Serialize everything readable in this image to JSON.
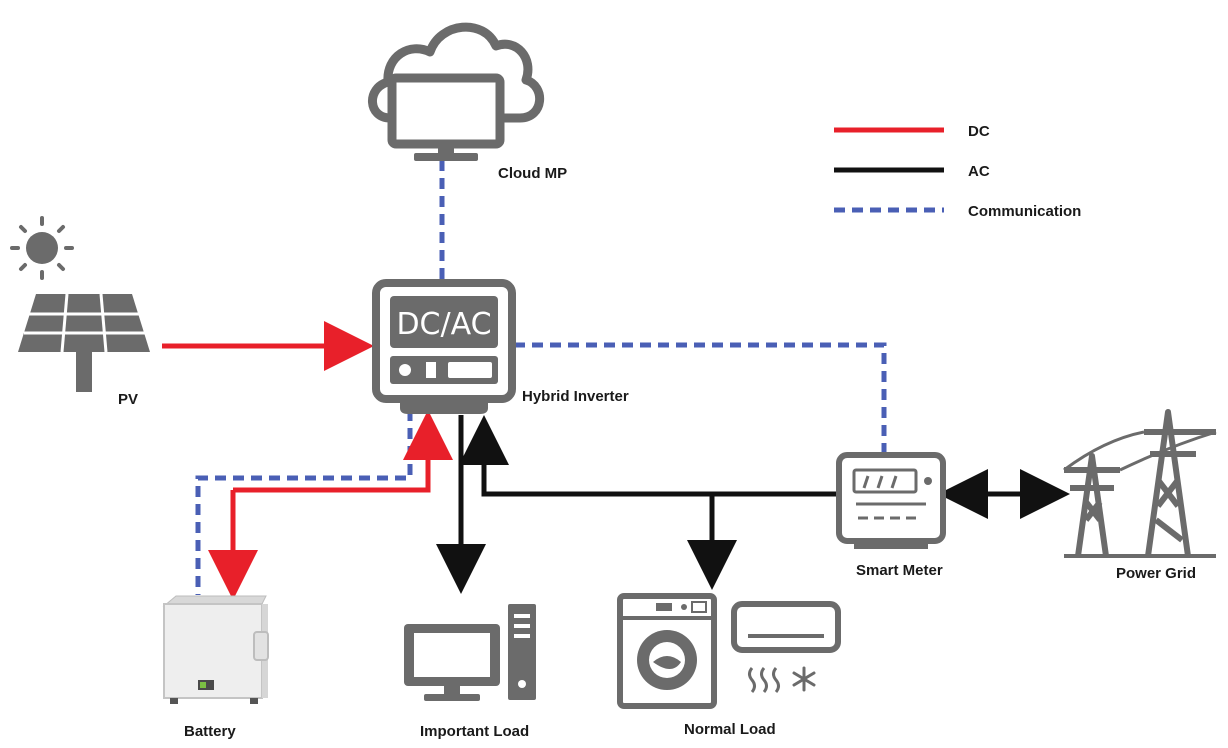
{
  "labels": {
    "cloud": "Cloud MP",
    "pv": "PV",
    "inverter": "Hybrid Inverter",
    "inverter_screen": "DC/AC",
    "battery": "Battery",
    "important_load": "Important Load",
    "normal_load": "Normal Load",
    "smart_meter": "Smart Meter",
    "power_grid": "Power Grid"
  },
  "legend": [
    {
      "label": "DC",
      "color": "#e8202a",
      "style": "solid"
    },
    {
      "label": "AC",
      "color": "#111111",
      "style": "solid"
    },
    {
      "label": "Communication",
      "color": "#4a5fb5",
      "style": "dashed"
    }
  ],
  "colors": {
    "dc": "#e8202a",
    "ac": "#111111",
    "communication": "#4a5fb5",
    "icon": "#6b6b6b"
  }
}
